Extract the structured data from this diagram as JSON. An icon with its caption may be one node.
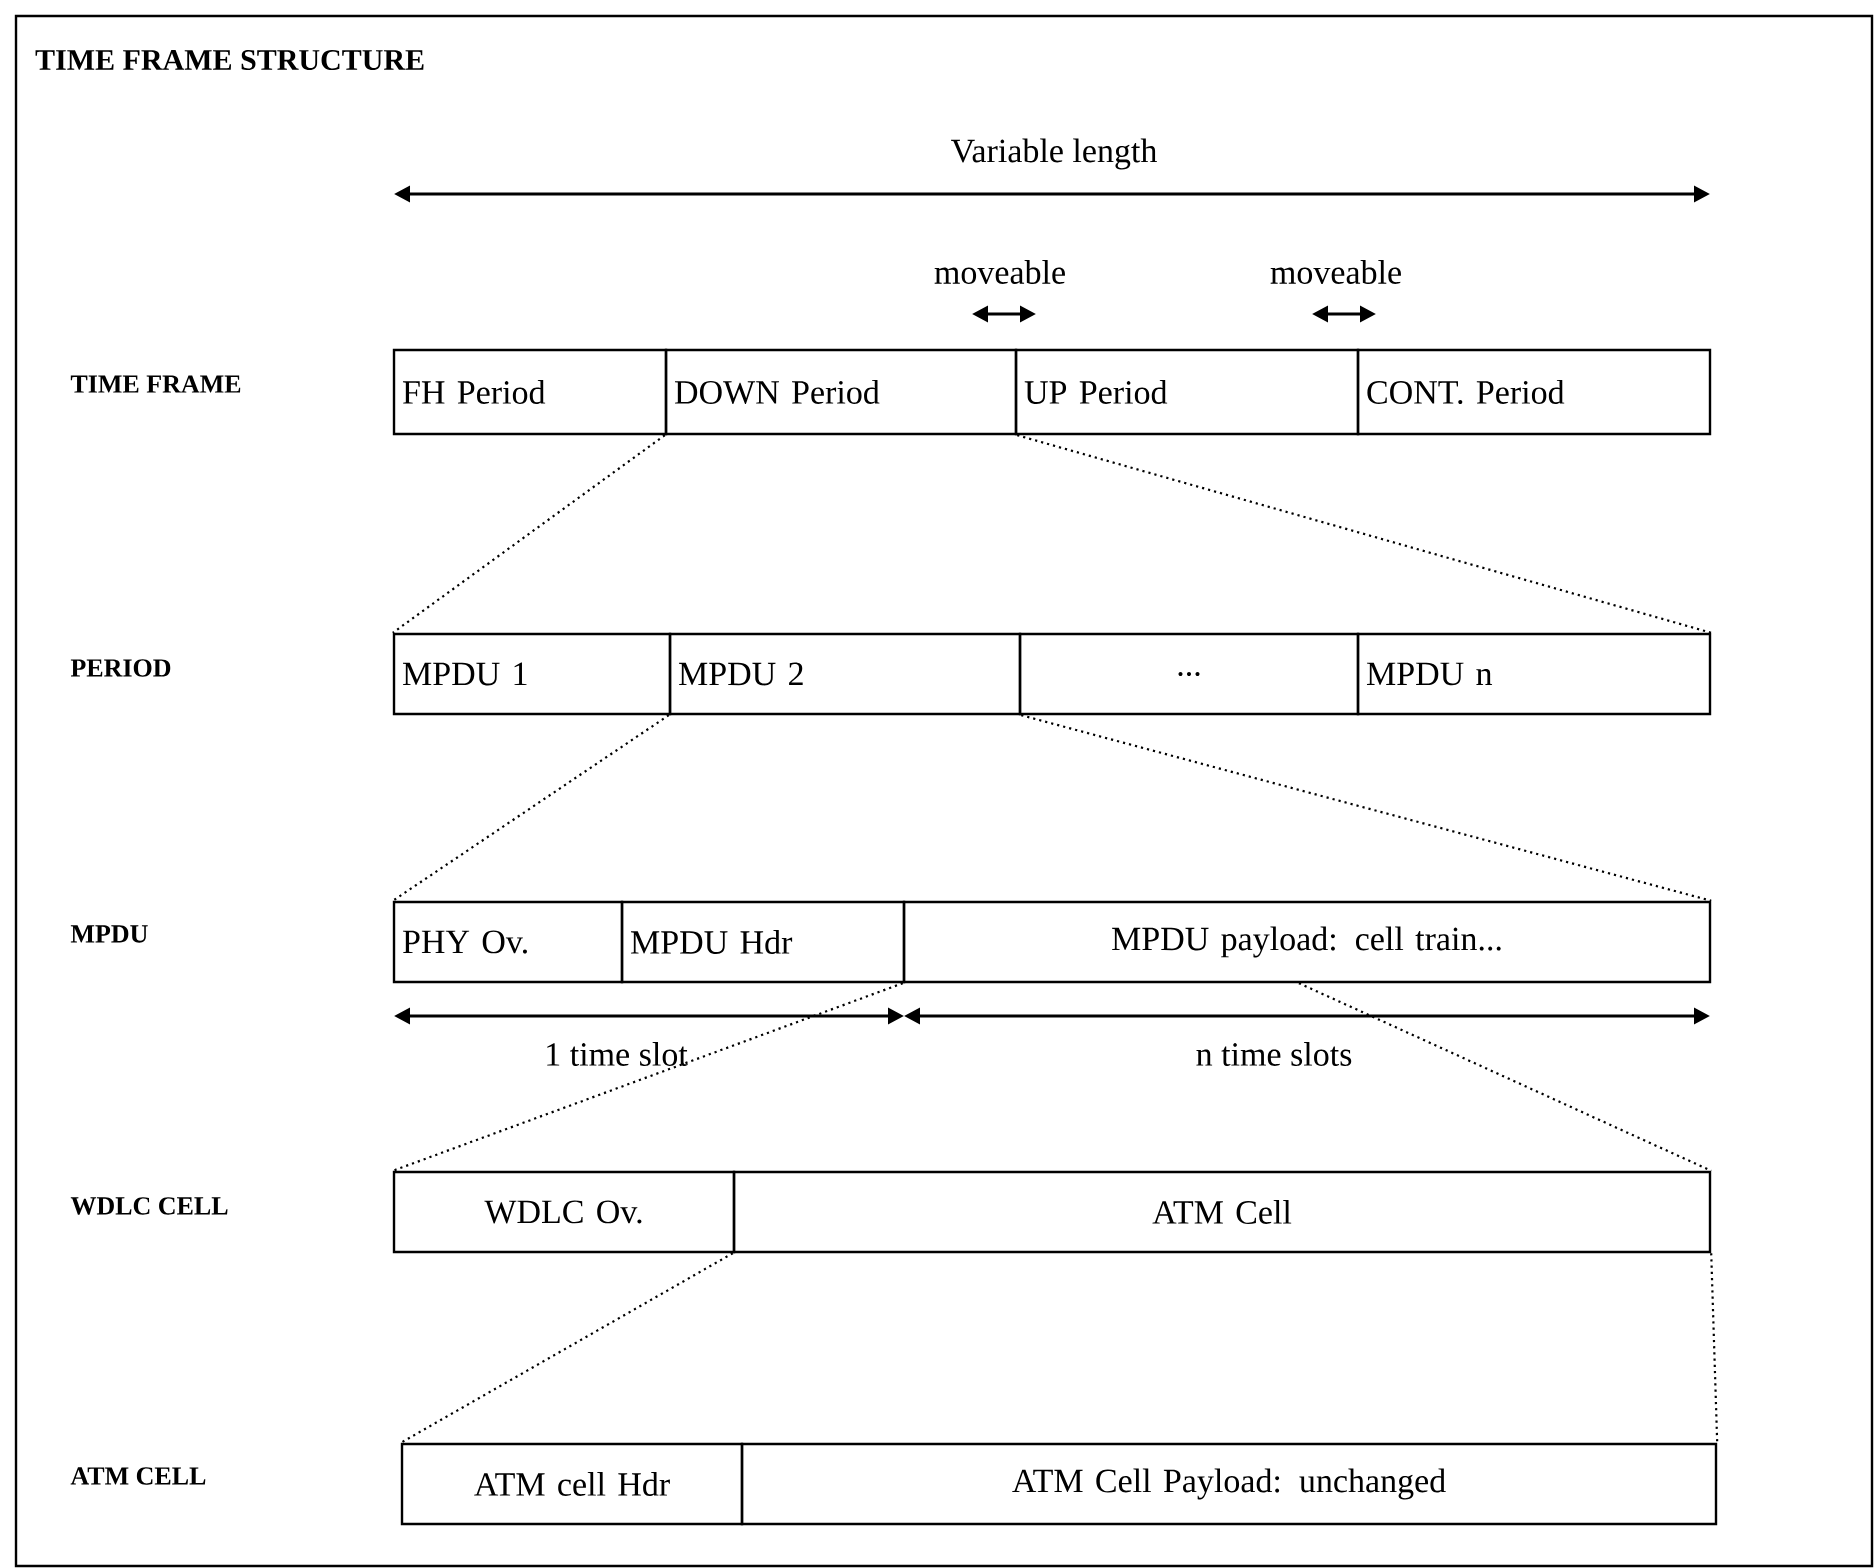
{
  "diagram": {
    "title": "TIME FRAME STRUCTURE",
    "nodes": [
      {
        "text": [
          "FH Period"
        ]
      },
      {
        "text": [
          "DOWN Period"
        ]
      },
      {
        "text": [
          "UP Period"
        ]
      },
      {
        "text": [
          "CONT. Period"
        ]
      },
      {
        "text": [
          "MPDU 1"
        ]
      },
      {
        "text": [
          "MPDU 2"
        ]
      },
      {
        "text": [
          "..."
        ]
      },
      {
        "text": [
          "MPDU n"
        ]
      },
      {
        "text": [
          "PHY Ov."
        ]
      },
      {
        "text": [
          "MPDU Hdr"
        ]
      },
      {
        "text": [
          "MPDU payload: cell train..."
        ]
      },
      {
        "text": [
          "WDLC Ov."
        ]
      },
      {
        "text": [
          "ATM Cell"
        ]
      },
      {
        "text": [
          "ATM cell Hdr"
        ]
      },
      {
        "text": [
          "ATM Cell Payload: unchanged"
        ]
      }
    ],
    "edges": [
      {
        "from": 1,
        "to": 4,
        "arrow": "none",
        "style": "dashed"
      },
      {
        "from": 1,
        "to": 7,
        "arrow": "none",
        "style": "dashed"
      },
      {
        "from": 5,
        "to": 8,
        "arrow": "none",
        "style": "dashed"
      },
      {
        "from": 5,
        "to": 10,
        "arrow": "none",
        "style": "dashed"
      },
      {
        "from": 10,
        "to": 11,
        "arrow": "none",
        "style": "dashed"
      },
      {
        "from": 10,
        "to": 12,
        "arrow": "none",
        "style": "dashed"
      },
      {
        "from": 12,
        "to": 13,
        "arrow": "none",
        "style": "dashed"
      },
      {
        "from": 12,
        "to": 14,
        "arrow": "none",
        "style": "dashed"
      }
    ],
    "labels": [
      "Variable length",
      "moveable",
      "moveable",
      "TIME FRAME",
      "PERIOD",
      "MPDU",
      "1 time slot",
      "n time slots",
      "WDLC CELL",
      "ATM CELL"
    ]
  }
}
